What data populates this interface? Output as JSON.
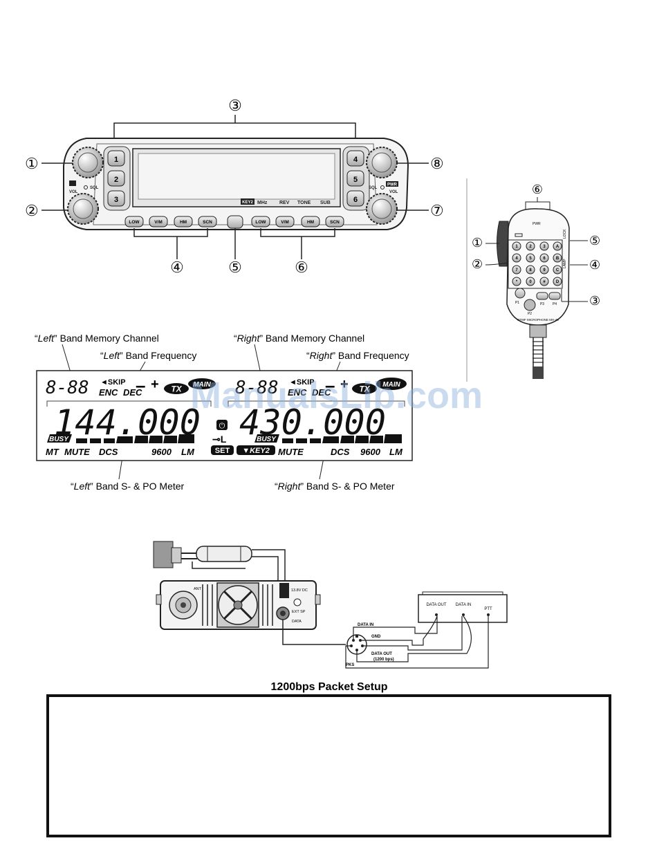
{
  "front_panel": {
    "callouts": [
      "①",
      "②",
      "③",
      "④",
      "⑤",
      "⑥",
      "⑦",
      "⑧"
    ],
    "left_keys": [
      "1",
      "2",
      "3"
    ],
    "right_keys": [
      "4",
      "5",
      "6"
    ],
    "bottom_keys_left": [
      "LOW",
      "V/M",
      "HM",
      "SCN"
    ],
    "bottom_keys_right": [
      "LOW",
      "V/M",
      "HM",
      "SCN"
    ],
    "display_indicators": [
      "KEY2",
      "MHz",
      "REV",
      "TONE",
      "SUB"
    ],
    "knob_labels": {
      "vol_left": "VOL",
      "sql_left": "SQL",
      "pwr": "PWR",
      "sql_right": "SQL",
      "vol_right": "VOL"
    }
  },
  "microphone": {
    "callouts": [
      "⑥",
      "①",
      "②",
      "③",
      "⑤",
      "④"
    ],
    "keypad": [
      "1",
      "2",
      "3",
      "A",
      "4",
      "5",
      "6",
      "B",
      "7",
      "8",
      "9",
      "C",
      "*",
      "0",
      "#",
      "D"
    ],
    "function_keys": [
      "P1",
      "P2",
      "P3",
      "P4"
    ],
    "model_text": "DTMF MICROPHONE MH-48",
    "side_labels": {
      "lock": "LOCK",
      "lamp": "LAMP",
      "pwr": "PWR"
    }
  },
  "lcd": {
    "annotations": {
      "left_mem_pre": "“",
      "left_mem_em": "Left",
      "left_mem_post": "” Band Memory Channel",
      "left_freq_pre": "“",
      "left_freq_em": "Left",
      "left_freq_post": "” Band Frequency",
      "right_mem_pre": "“",
      "right_mem_em": "Right",
      "right_mem_post": "” Band Memory Channel",
      "right_freq_pre": "“",
      "right_freq_em": "Right",
      "right_freq_post": "” Band Frequency",
      "left_meter_pre": "“",
      "left_meter_em": "Left",
      "left_meter_post": "” Band S- & PO Meter",
      "right_meter_pre": "“",
      "right_meter_em": "Right",
      "right_meter_post": "” Band S- & PO Meter"
    },
    "left": {
      "memory": "8-88",
      "skip": "◄SKIP",
      "enc": "ENC",
      "dec": "DEC",
      "tx": "TX",
      "main": "MAIN",
      "frequency": "144.000",
      "busy": "BUSY",
      "mt": "MT",
      "mute": "MUTE",
      "dcs": "DCS",
      "baud": "9600",
      "lm": "LM"
    },
    "center": {
      "clock": "⏻",
      "key": "⊸L",
      "set": "SET",
      "key2": "▼KEY2"
    },
    "right": {
      "memory": "8-88",
      "skip": "◄SKIP",
      "enc": "ENC",
      "dec": "DEC",
      "tx": "TX",
      "main": "MAIN",
      "frequency": "430.000",
      "busy": "BUSY",
      "mute": "MUTE",
      "dcs": "DCS",
      "baud": "9600",
      "lm": "LM"
    }
  },
  "watermark": "ManualsLib.com",
  "packet": {
    "caption": "1200bps Packet Setup",
    "radio_labels": {
      "ant": "ANT",
      "dc": "13.8V DC",
      "ext_sp": "EXT SP",
      "data": "DATA"
    },
    "tnc_labels": {
      "data_out": "DATA OUT",
      "data_in": "DATA IN",
      "ptt": "PTT"
    },
    "wire_labels": {
      "data_in": "DATA IN",
      "gnd": "GND",
      "data_out": "DATA OUT",
      "baud": "(1200 bps)",
      "pks": "PKS"
    }
  }
}
